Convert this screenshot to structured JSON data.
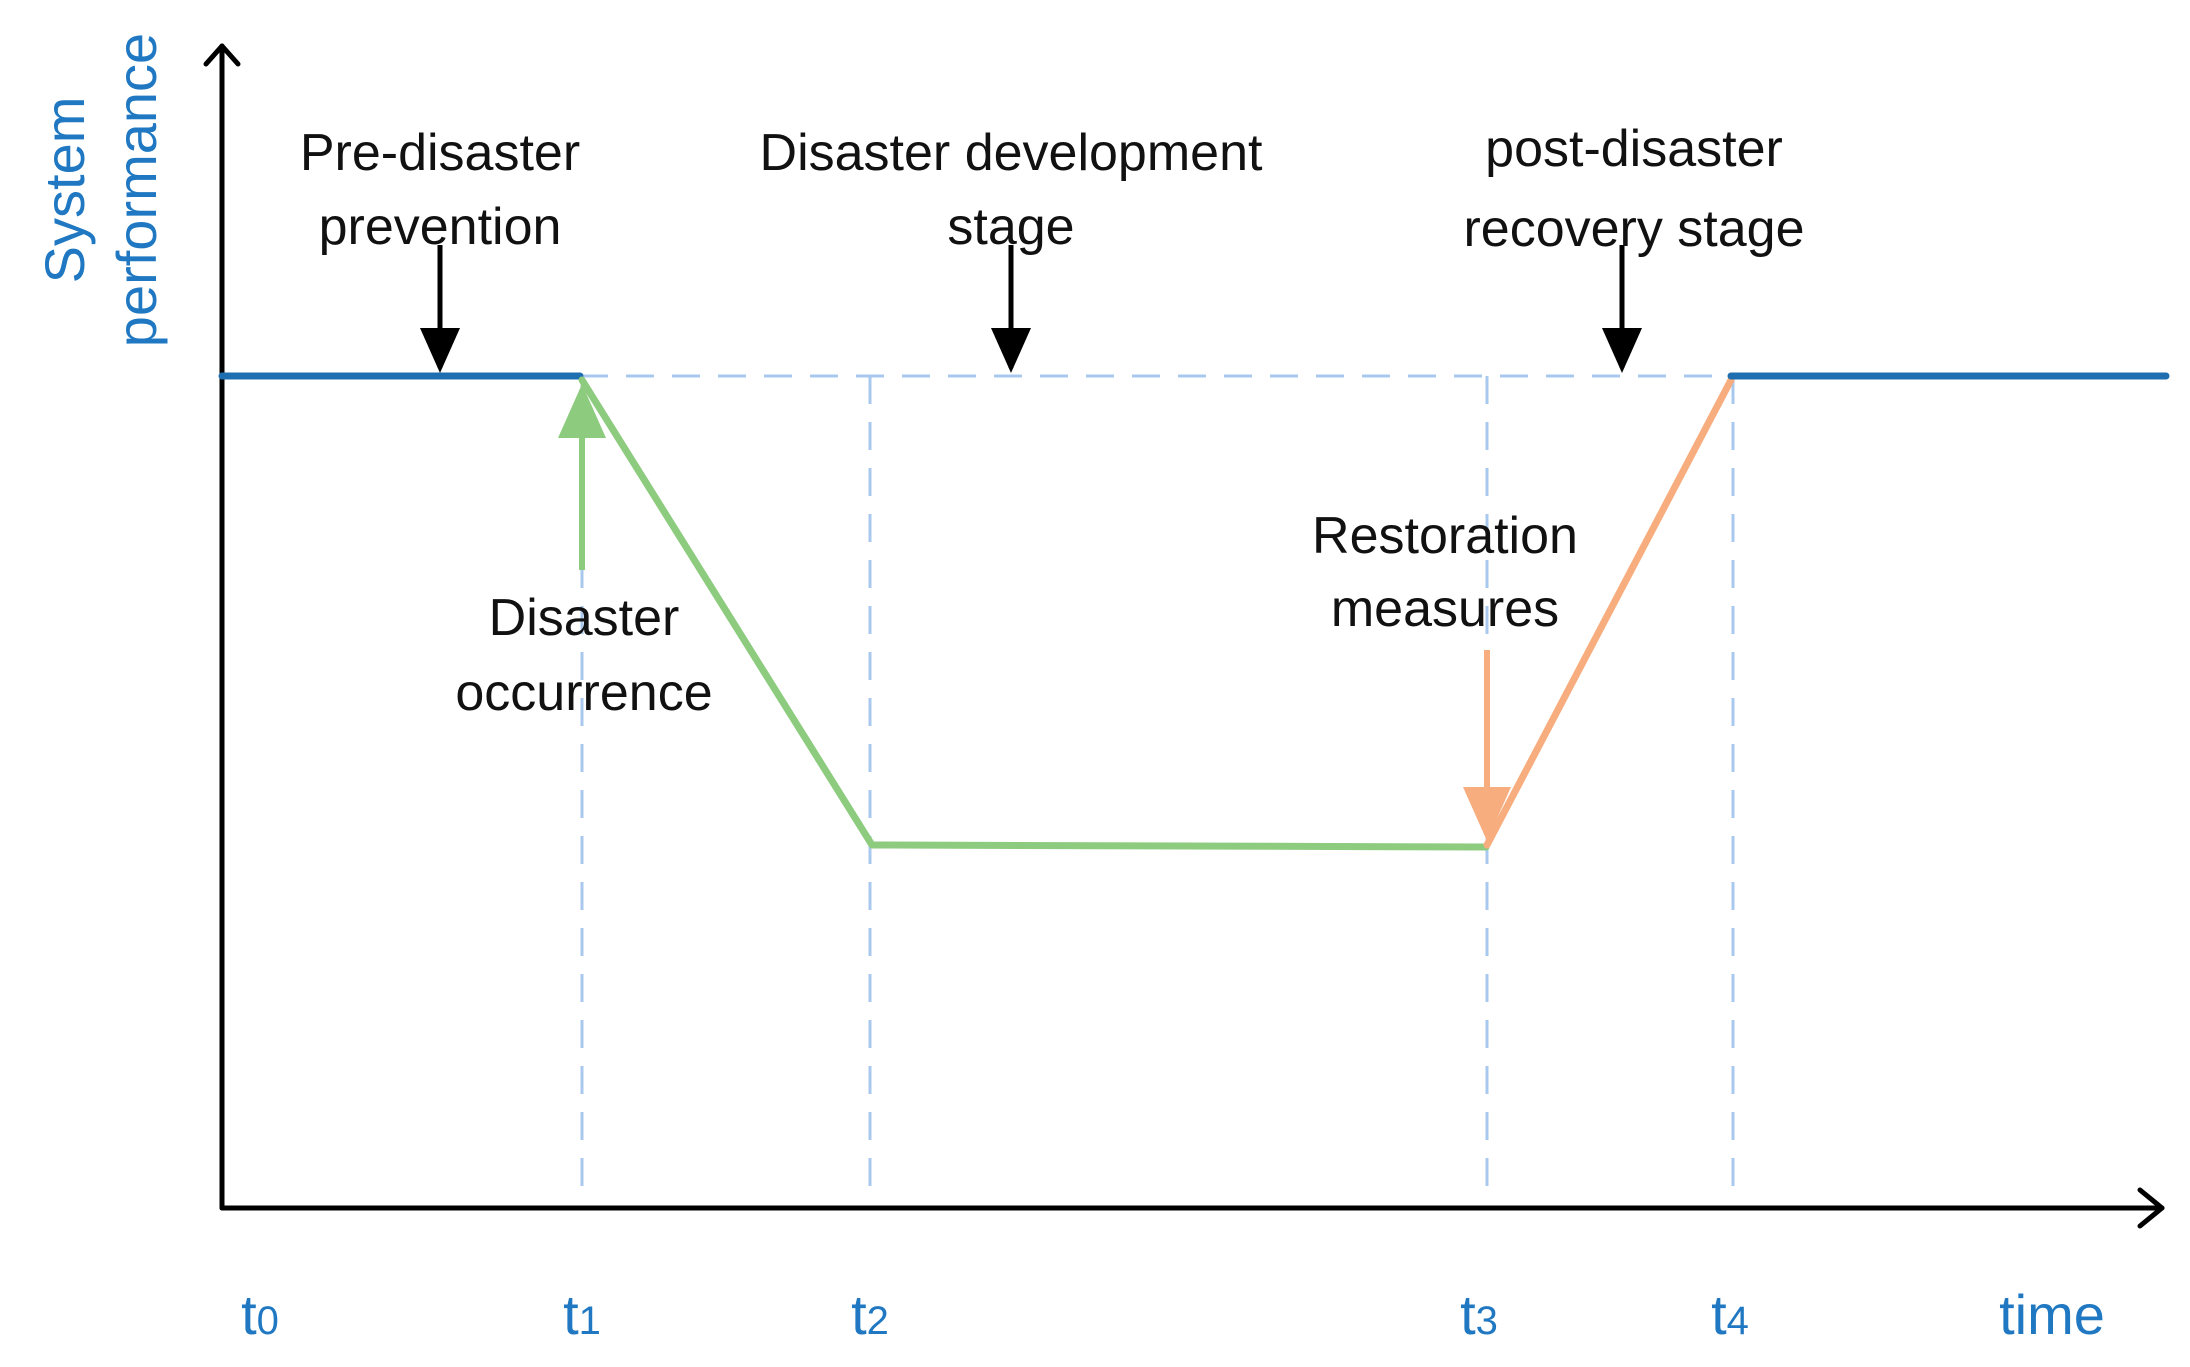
{
  "colors": {
    "axis": "#000000",
    "blue_accent": "#1F78C1",
    "performance_line": "#1F6FB0",
    "dashed_guide": "#A9C8EE",
    "disaster_green": "#8DCB7E",
    "recovery_orange": "#F7AD7E",
    "annotation_arrow": "#000000"
  },
  "y_axis_label": [
    "System",
    "performance"
  ],
  "x_axis_label": "time",
  "ticks": [
    {
      "base": "t",
      "sub": "0"
    },
    {
      "base": "t",
      "sub": "1"
    },
    {
      "base": "t",
      "sub": "2"
    },
    {
      "base": "t",
      "sub": "3"
    },
    {
      "base": "t",
      "sub": "4"
    }
  ],
  "stages": {
    "pre": [
      "Pre-disaster",
      "prevention"
    ],
    "development": [
      "Disaster development",
      "stage"
    ],
    "post": [
      "post-disaster",
      "recovery stage"
    ]
  },
  "events": {
    "occurrence": [
      "Disaster",
      "occurrence"
    ],
    "restoration": [
      "Restoration",
      "measures"
    ]
  }
}
